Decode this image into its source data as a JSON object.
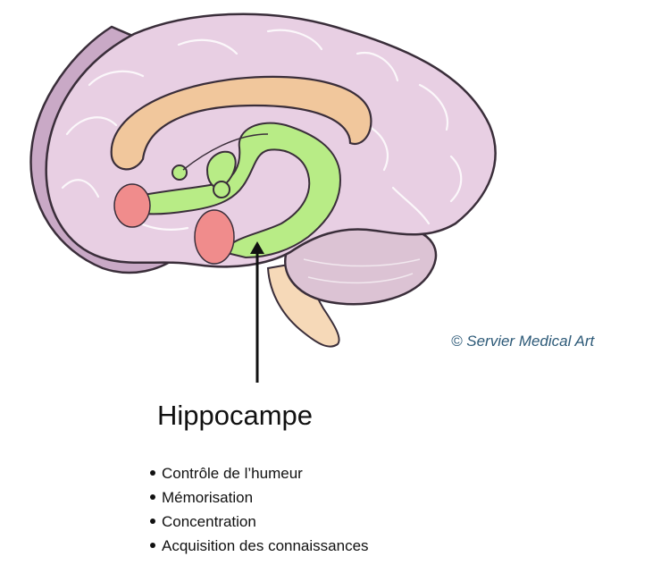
{
  "diagram": {
    "credit": "© Servier Medical Art",
    "label": "Hippocampe",
    "functions": [
      "Contrôle de l’humeur",
      "Mémorisation",
      "Concentration",
      "Acquisition des connaissances"
    ]
  },
  "colors": {
    "cortex": "#e8cfe3",
    "cortex_shadow": "#c9a9c6",
    "cortex_outline": "#3a2e3a",
    "cerebellum": "#dcc3d4",
    "corpus_callosum": "#f1c79c",
    "brainstem": "#f6d9b8",
    "limbic_green": "#b8ec86",
    "amygdala_red": "#f08c8c",
    "credit_text": "#2d5a78",
    "arrow": "#111111"
  }
}
